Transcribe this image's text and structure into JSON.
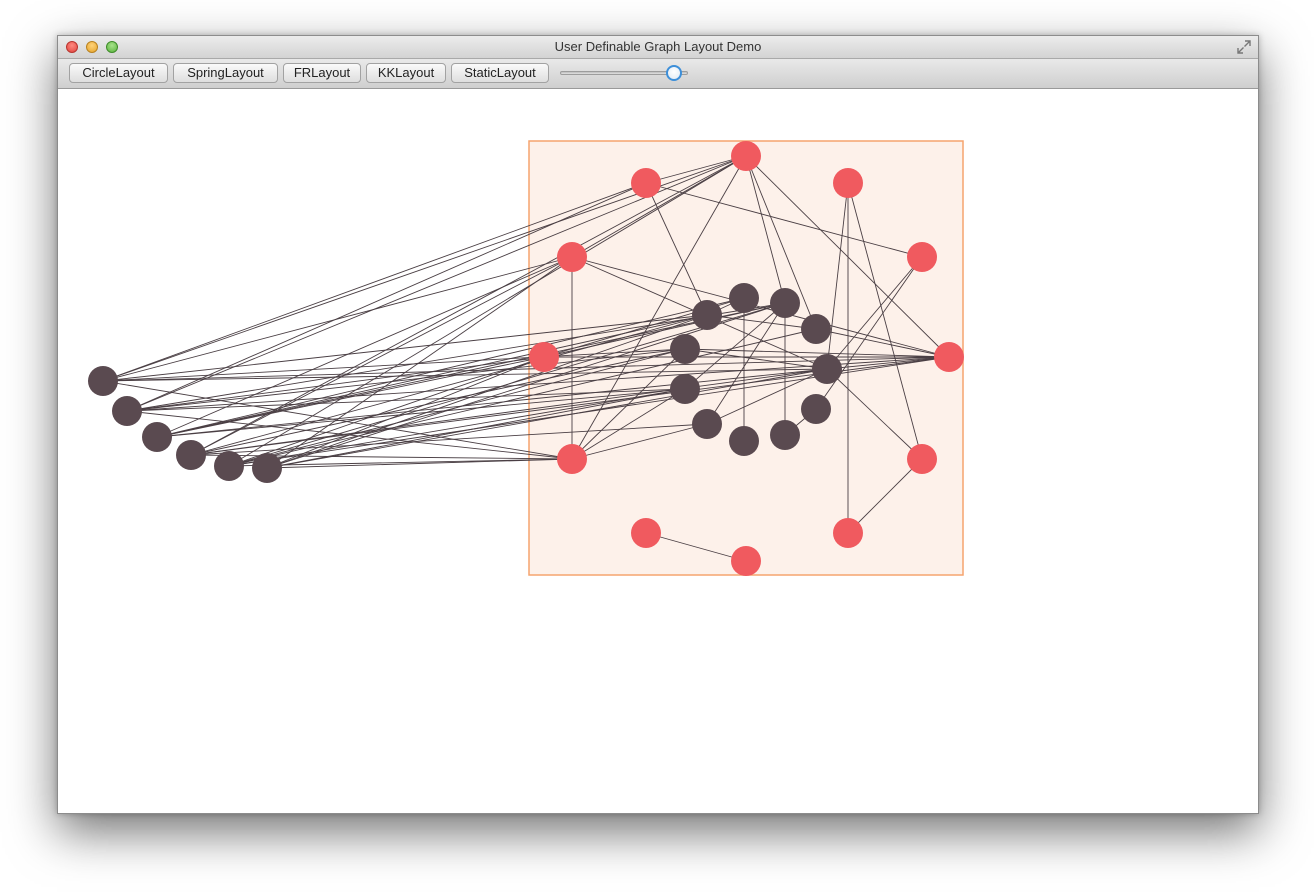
{
  "window": {
    "title": "User Definable Graph Layout Demo"
  },
  "toolbar": {
    "buttons": [
      {
        "label": "CircleLayout"
      },
      {
        "label": "SpringLayout"
      },
      {
        "label": "FRLayout"
      },
      {
        "label": "KKLayout"
      },
      {
        "label": "StaticLayout"
      }
    ],
    "slider": {
      "value_fraction": 0.89
    }
  },
  "colors": {
    "sublayout_node": "#f05a5f",
    "outer_node": "#5a4a50",
    "edge": "#4a3f44",
    "group_fill": "#fdf1ea",
    "group_border": "#f5a46e",
    "slider_thumb": "#3d8fd9"
  },
  "icons": {
    "close": "close-icon",
    "minimize": "minimize-icon",
    "zoom": "zoom-icon",
    "fullscreen": "fullscreen-arrows-icon"
  }
}
